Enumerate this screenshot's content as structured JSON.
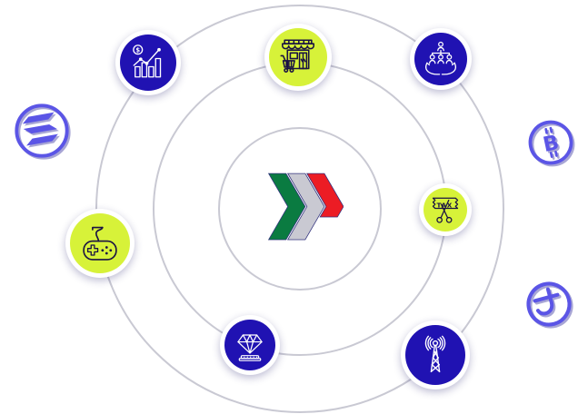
{
  "diagram": {
    "rings": {
      "count": 3,
      "color": "#c9c9d3"
    },
    "logo": {
      "name": "triple-chevron-brand-logo",
      "colors": {
        "green": "#0a7b41",
        "silver": "#c9c9d2",
        "red": "#ec1c24"
      }
    },
    "badges": {
      "marketplace": {
        "icon": "storefront-cart-icon",
        "style": "lime"
      },
      "growth": {
        "icon": "bar-chart-growth-icon",
        "style": "navy",
        "coin_symbol": "$"
      },
      "team": {
        "icon": "hands-holding-team-icon",
        "style": "navy"
      },
      "gaming": {
        "icon": "gamepad-icon",
        "style": "lime"
      },
      "tax": {
        "icon": "tax-ticket-scissors-icon",
        "style": "lime",
        "label": "TAX"
      },
      "jewelry": {
        "icon": "diamond-pedestal-icon",
        "style": "navy"
      },
      "telecom": {
        "icon": "radio-tower-icon",
        "style": "navy"
      },
      "solana": {
        "icon": "solana-coin-icon",
        "style": "outline"
      },
      "bitcoin": {
        "icon": "bitcoin-coin-icon",
        "style": "outline",
        "symbol": "B"
      },
      "currency": {
        "icon": "tezos-currency-coin-icon",
        "style": "outline"
      }
    },
    "palette": {
      "navy_fill": "#2012b2",
      "lime_fill": "#d7f239",
      "outline_purple": "#5b55e6",
      "line_art_dark": "#1a1243",
      "line_art_light": "#ffffff"
    }
  }
}
